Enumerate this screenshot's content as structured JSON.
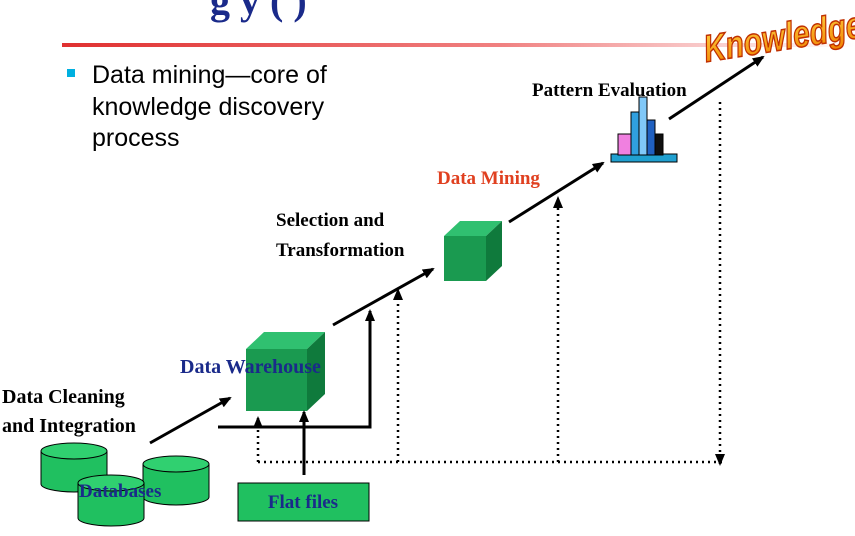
{
  "header": {
    "title_fragment": "g        y (    )",
    "badge": "Knowledge"
  },
  "bullet": {
    "lines": [
      "Data mining—core of",
      "knowledge discovery",
      "process"
    ]
  },
  "labels": {
    "pattern_evaluation": "Pattern Evaluation",
    "data_mining": "Data Mining",
    "selection_line1": "Selection and",
    "selection_line2": "Transformation",
    "data_warehouse": "Data Warehouse",
    "cleaning_line1": "Data Cleaning",
    "cleaning_line2": "and Integration",
    "databases": "Databases",
    "flat_files": "Flat files"
  },
  "colors": {
    "accent_line": "#e03030",
    "bullet": "#00b0e0",
    "cube_front": "#1a9a50",
    "cube_top": "#30c070",
    "cube_side": "#0f7a3c",
    "cylinder": "#20c060",
    "flat_files_box": "#20c060",
    "data_mining_text": "#e04020",
    "warehouse_text": "#1a2a8a",
    "badge_fill": "#f5a000",
    "badge_stroke": "#c03000"
  }
}
